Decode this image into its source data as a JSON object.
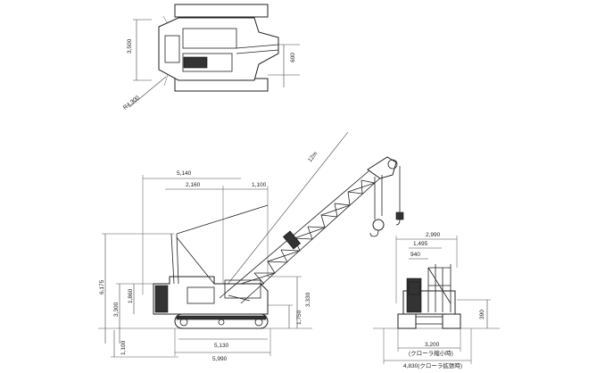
{
  "top_view": {
    "width_3500": "3,500",
    "offset_600": "600",
    "radius_4300": "R4,300"
  },
  "side_view": {
    "dim_5140": "5,140",
    "dim_2160": "2,160",
    "dim_1100": "1,100",
    "boom_12m": "12m",
    "dim_6175": "6,175",
    "dim_3300": "3,300",
    "dim_1860": "1,860",
    "dim_3330": "3,330",
    "dim_1750": "1,750",
    "dim_1100_ground": "1,100",
    "dim_5130": "5,130",
    "dim_5990": "5,990"
  },
  "rear_view": {
    "dim_2990": "2,990",
    "dim_1495": "1,495",
    "dim_940": "940",
    "dim_390": "390",
    "dim_3200": "3,200",
    "crawler_retracted": "(クローラ縮小時)",
    "dim_4830_label": "4,830(クローラ拡張時)"
  }
}
